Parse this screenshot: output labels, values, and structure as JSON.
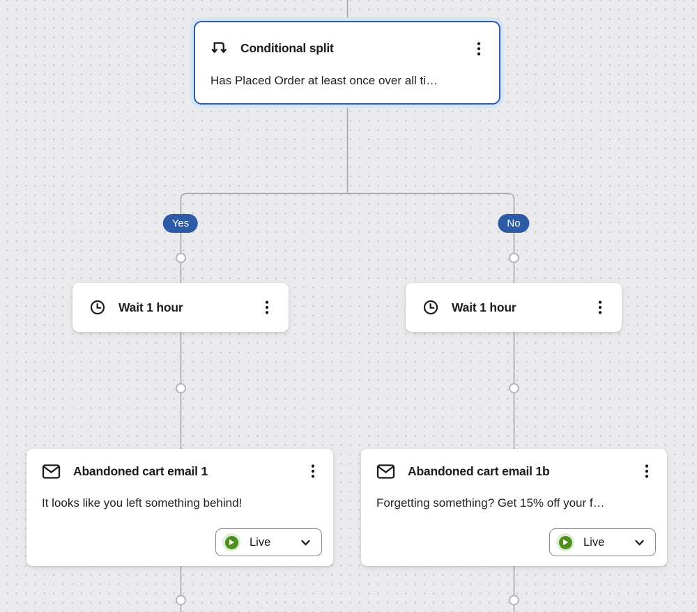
{
  "colors": {
    "canvas_background": "#ebebed",
    "grid_dot": "#c7c7cc",
    "connector_line": "#a7a7ad",
    "accent_blue": "#2e5ba6",
    "selection_glow": "#d4e5f5",
    "live_green": "#4e8f20",
    "live_halo": "#ddefd2"
  },
  "flow": {
    "conditional_split": {
      "title": "Conditional split",
      "subtitle": "Has Placed Order at least once over all ti…",
      "icon": "split-arrows-icon",
      "menu_icon": "kebab-menu-icon"
    },
    "branch_labels": {
      "yes": "Yes",
      "no": "No"
    },
    "wait_left": {
      "title": "Wait 1 hour",
      "icon": "clock-icon",
      "menu_icon": "kebab-menu-icon"
    },
    "wait_right": {
      "title": "Wait 1 hour",
      "icon": "clock-icon",
      "menu_icon": "kebab-menu-icon"
    },
    "email_left": {
      "title": "Abandoned cart email 1",
      "subtitle": "It looks like you left something behind!",
      "icon": "envelope-icon",
      "menu_icon": "kebab-menu-icon",
      "status": {
        "label": "Live",
        "icon": "play-icon",
        "chevron": "chevron-down-icon"
      }
    },
    "email_right": {
      "title": "Abandoned cart email 1b",
      "subtitle": "Forgetting something? Get 15% off your f…",
      "icon": "envelope-icon",
      "menu_icon": "kebab-menu-icon",
      "status": {
        "label": "Live",
        "icon": "play-icon",
        "chevron": "chevron-down-icon"
      }
    }
  }
}
